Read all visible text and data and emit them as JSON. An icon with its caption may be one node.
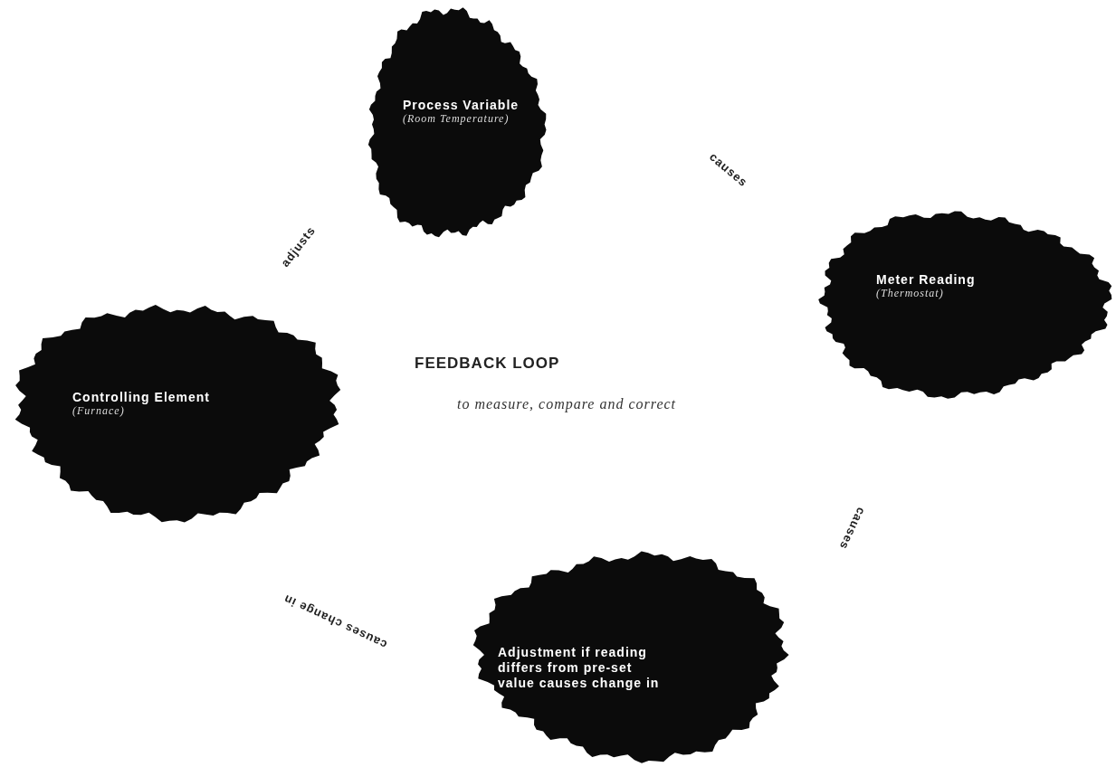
{
  "diagram": {
    "title": "FEEDBACK LOOP",
    "caption": "to measure, compare and correct",
    "nodes": [
      {
        "text": [
          "Process Variable",
          "(Room Temperature)"
        ]
      },
      {
        "text": [
          "Meter Reading",
          "(Thermostat)"
        ]
      },
      {
        "text": [
          "Controlling Element",
          "(Furnace)"
        ]
      },
      {
        "text": [
          "Adjustment if reading differs from pre-set value causes change in"
        ]
      }
    ],
    "labels": [
      "adjusts",
      "causes",
      "causes",
      "causes change in"
    ]
  }
}
